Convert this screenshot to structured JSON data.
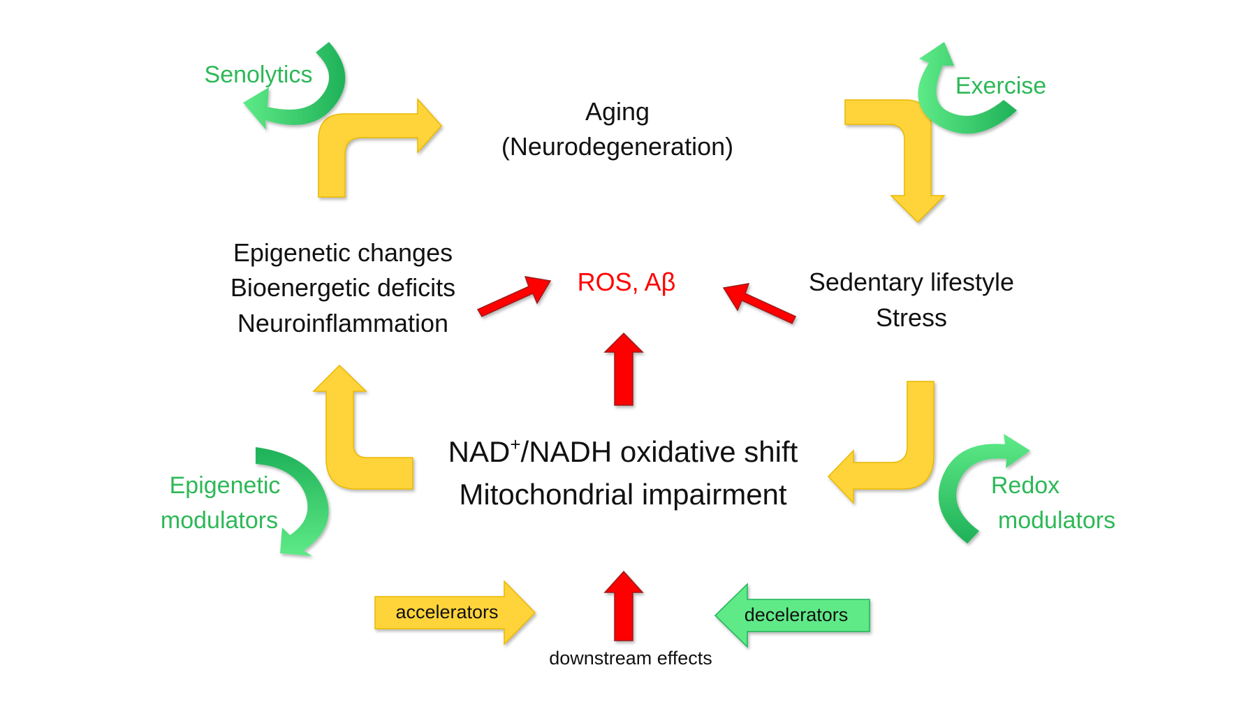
{
  "colors": {
    "yellow": "#FFD43B",
    "yellow_edge": "#E9B800",
    "green_light": "#5EEA87",
    "green_dark": "#1FB158",
    "green_text": "#2DB857",
    "red": "#FF0000",
    "red_edge": "#9A1B1B",
    "text": "#111111"
  },
  "nodes": {
    "aging": [
      "Aging",
      "(Neurodegeneration)"
    ],
    "epigenetic": [
      "Epigenetic changes",
      "Bioenergetic deficits",
      "Neuroinflammation"
    ],
    "ros": "ROS, Aβ",
    "sedentary": [
      "Sedentary lifestyle",
      "Stress"
    ],
    "nad": {
      "prefix": "NAD",
      "superscript": "+",
      "rest": "/NADH oxidative shift"
    },
    "mito": "Mitochondrial impairment"
  },
  "interventions": {
    "senolytics": "Senolytics",
    "exercise": "Exercise",
    "epigenetic_modulators": [
      "Epigenetic",
      "modulators"
    ],
    "redox_modulators": [
      "Redox",
      "modulators"
    ]
  },
  "legend": {
    "accelerators": "accelerators",
    "decelerators": "decelerators",
    "downstream": "downstream effects"
  }
}
